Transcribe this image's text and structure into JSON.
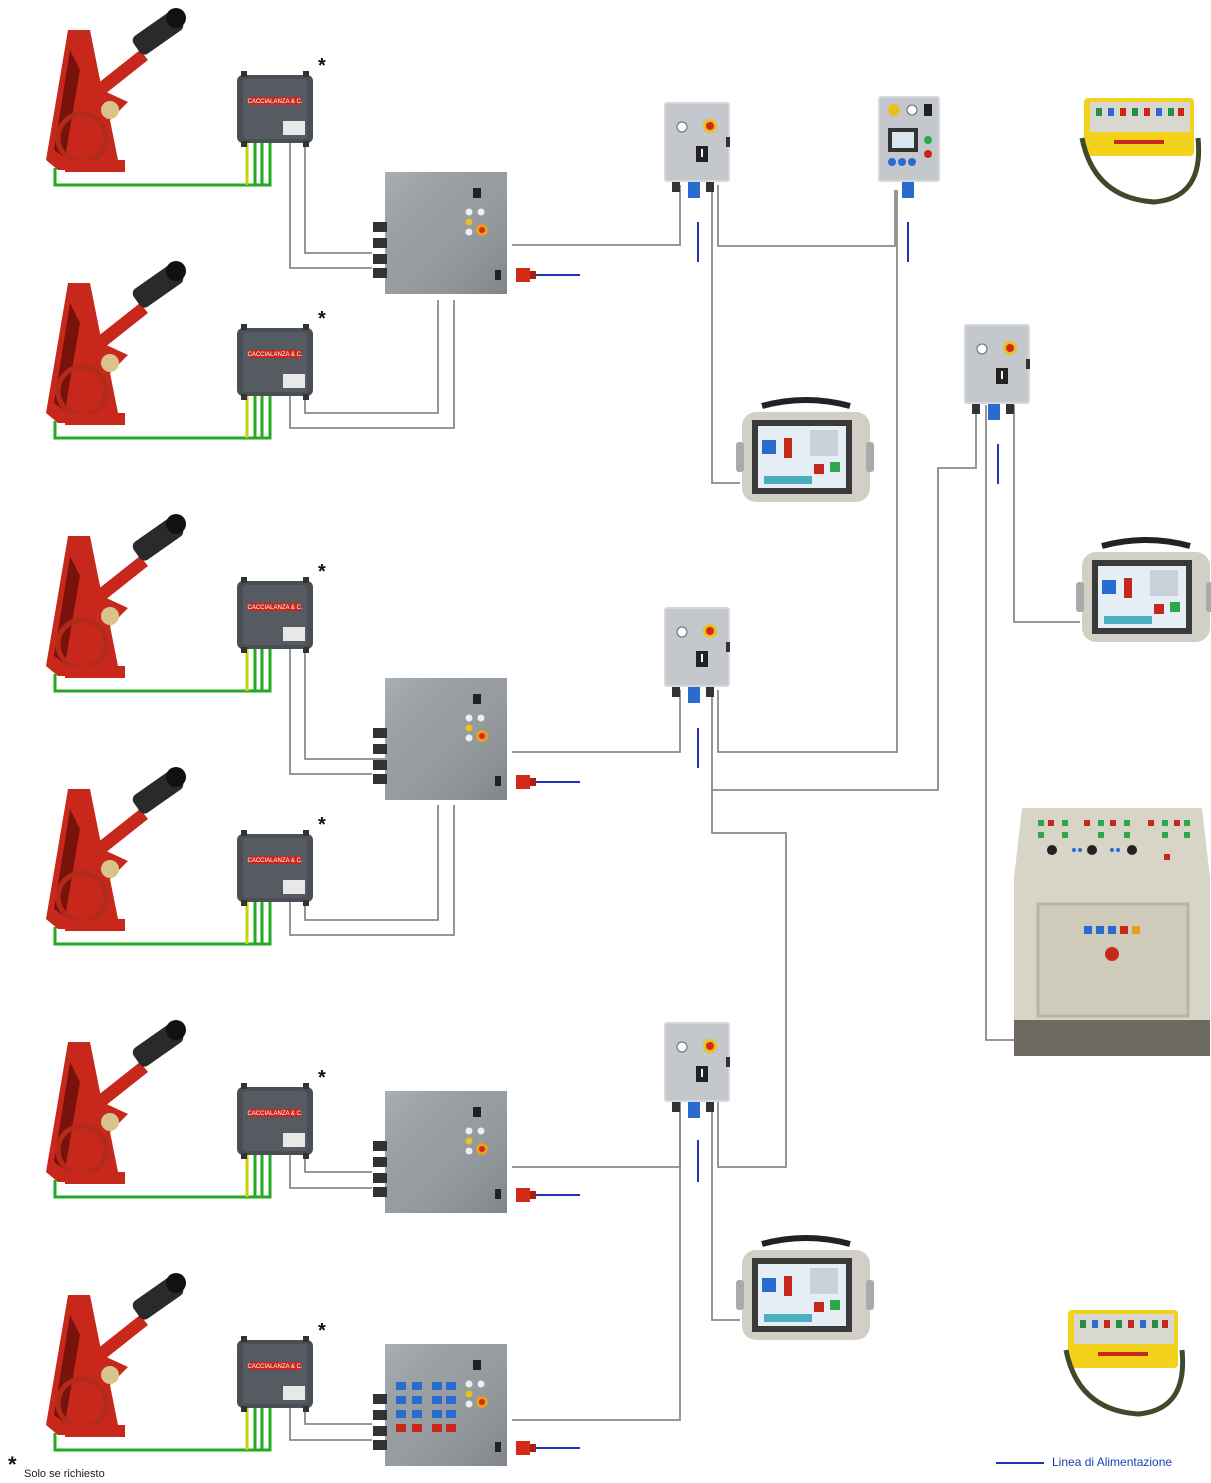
{
  "diagram": {
    "box_brand_label": "CACCIALANZA & C.",
    "optional_marker": "*",
    "legend": {
      "line_label": "Linea di Alimentazione",
      "line_color": "#2233bb"
    },
    "note": {
      "marker": "*",
      "text": "Solo se richiesto"
    },
    "colors": {
      "monitor_red": "#c8281c",
      "monitor_dark": "#7a120c",
      "junction_box": "#4a4f55",
      "cabinet_steel": "#9a9fa4",
      "power_plug": "#d42a1a",
      "ground_wire": "#22aa22",
      "signal_wire": "#c8d400",
      "control_cable": "#8a8a8a",
      "pendant_yellow": "#f2d21a",
      "console_beige": "#d8d5c6"
    }
  }
}
